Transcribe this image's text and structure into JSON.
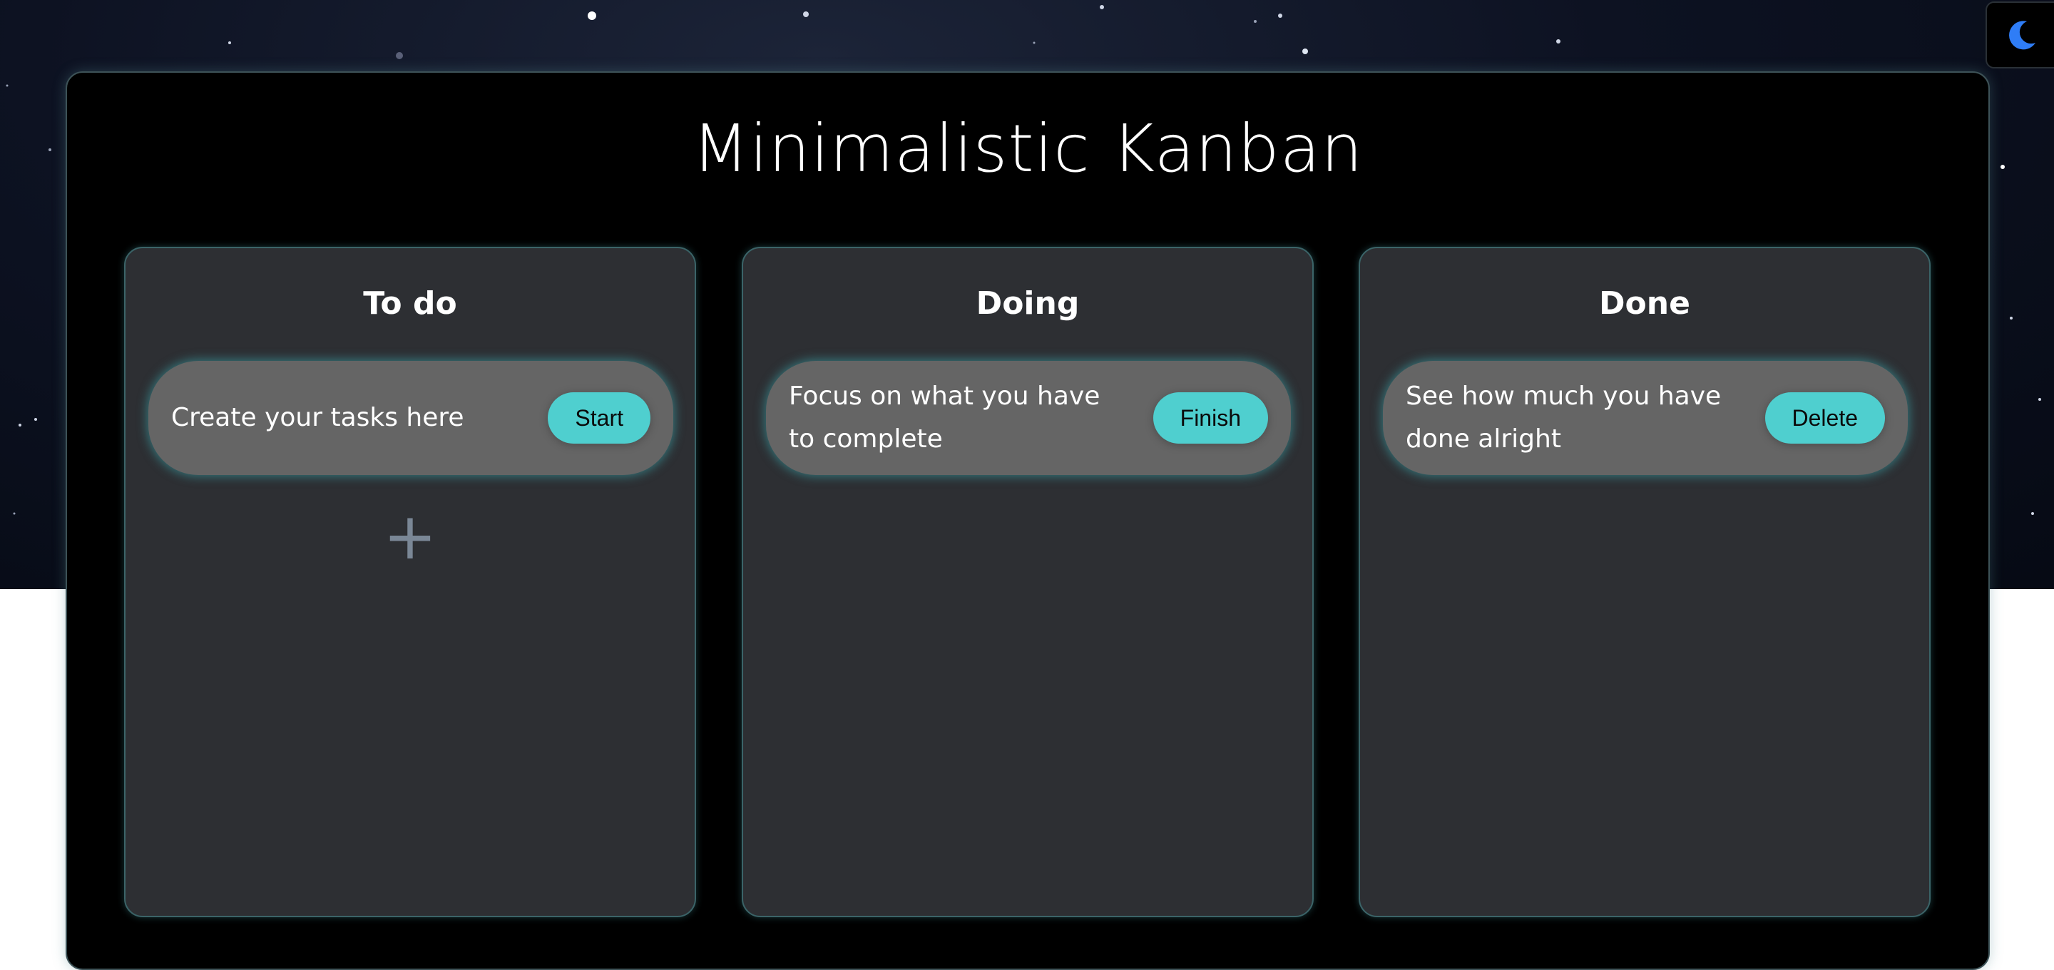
{
  "app": {
    "title": "Minimalistic Kanban",
    "theme_toggle_icon": "moon-icon",
    "accent_color": "#4fcfcf"
  },
  "columns": [
    {
      "title": "To do",
      "cards": [
        {
          "text": "Create your tasks here",
          "button_label": "Start"
        }
      ],
      "add_label": "+"
    },
    {
      "title": "Doing",
      "cards": [
        {
          "text": "Focus on what you have to complete",
          "button_label": "Finish"
        }
      ]
    },
    {
      "title": "Done",
      "cards": [
        {
          "text": "See how much you have done alright",
          "button_label": "Delete"
        }
      ]
    }
  ]
}
